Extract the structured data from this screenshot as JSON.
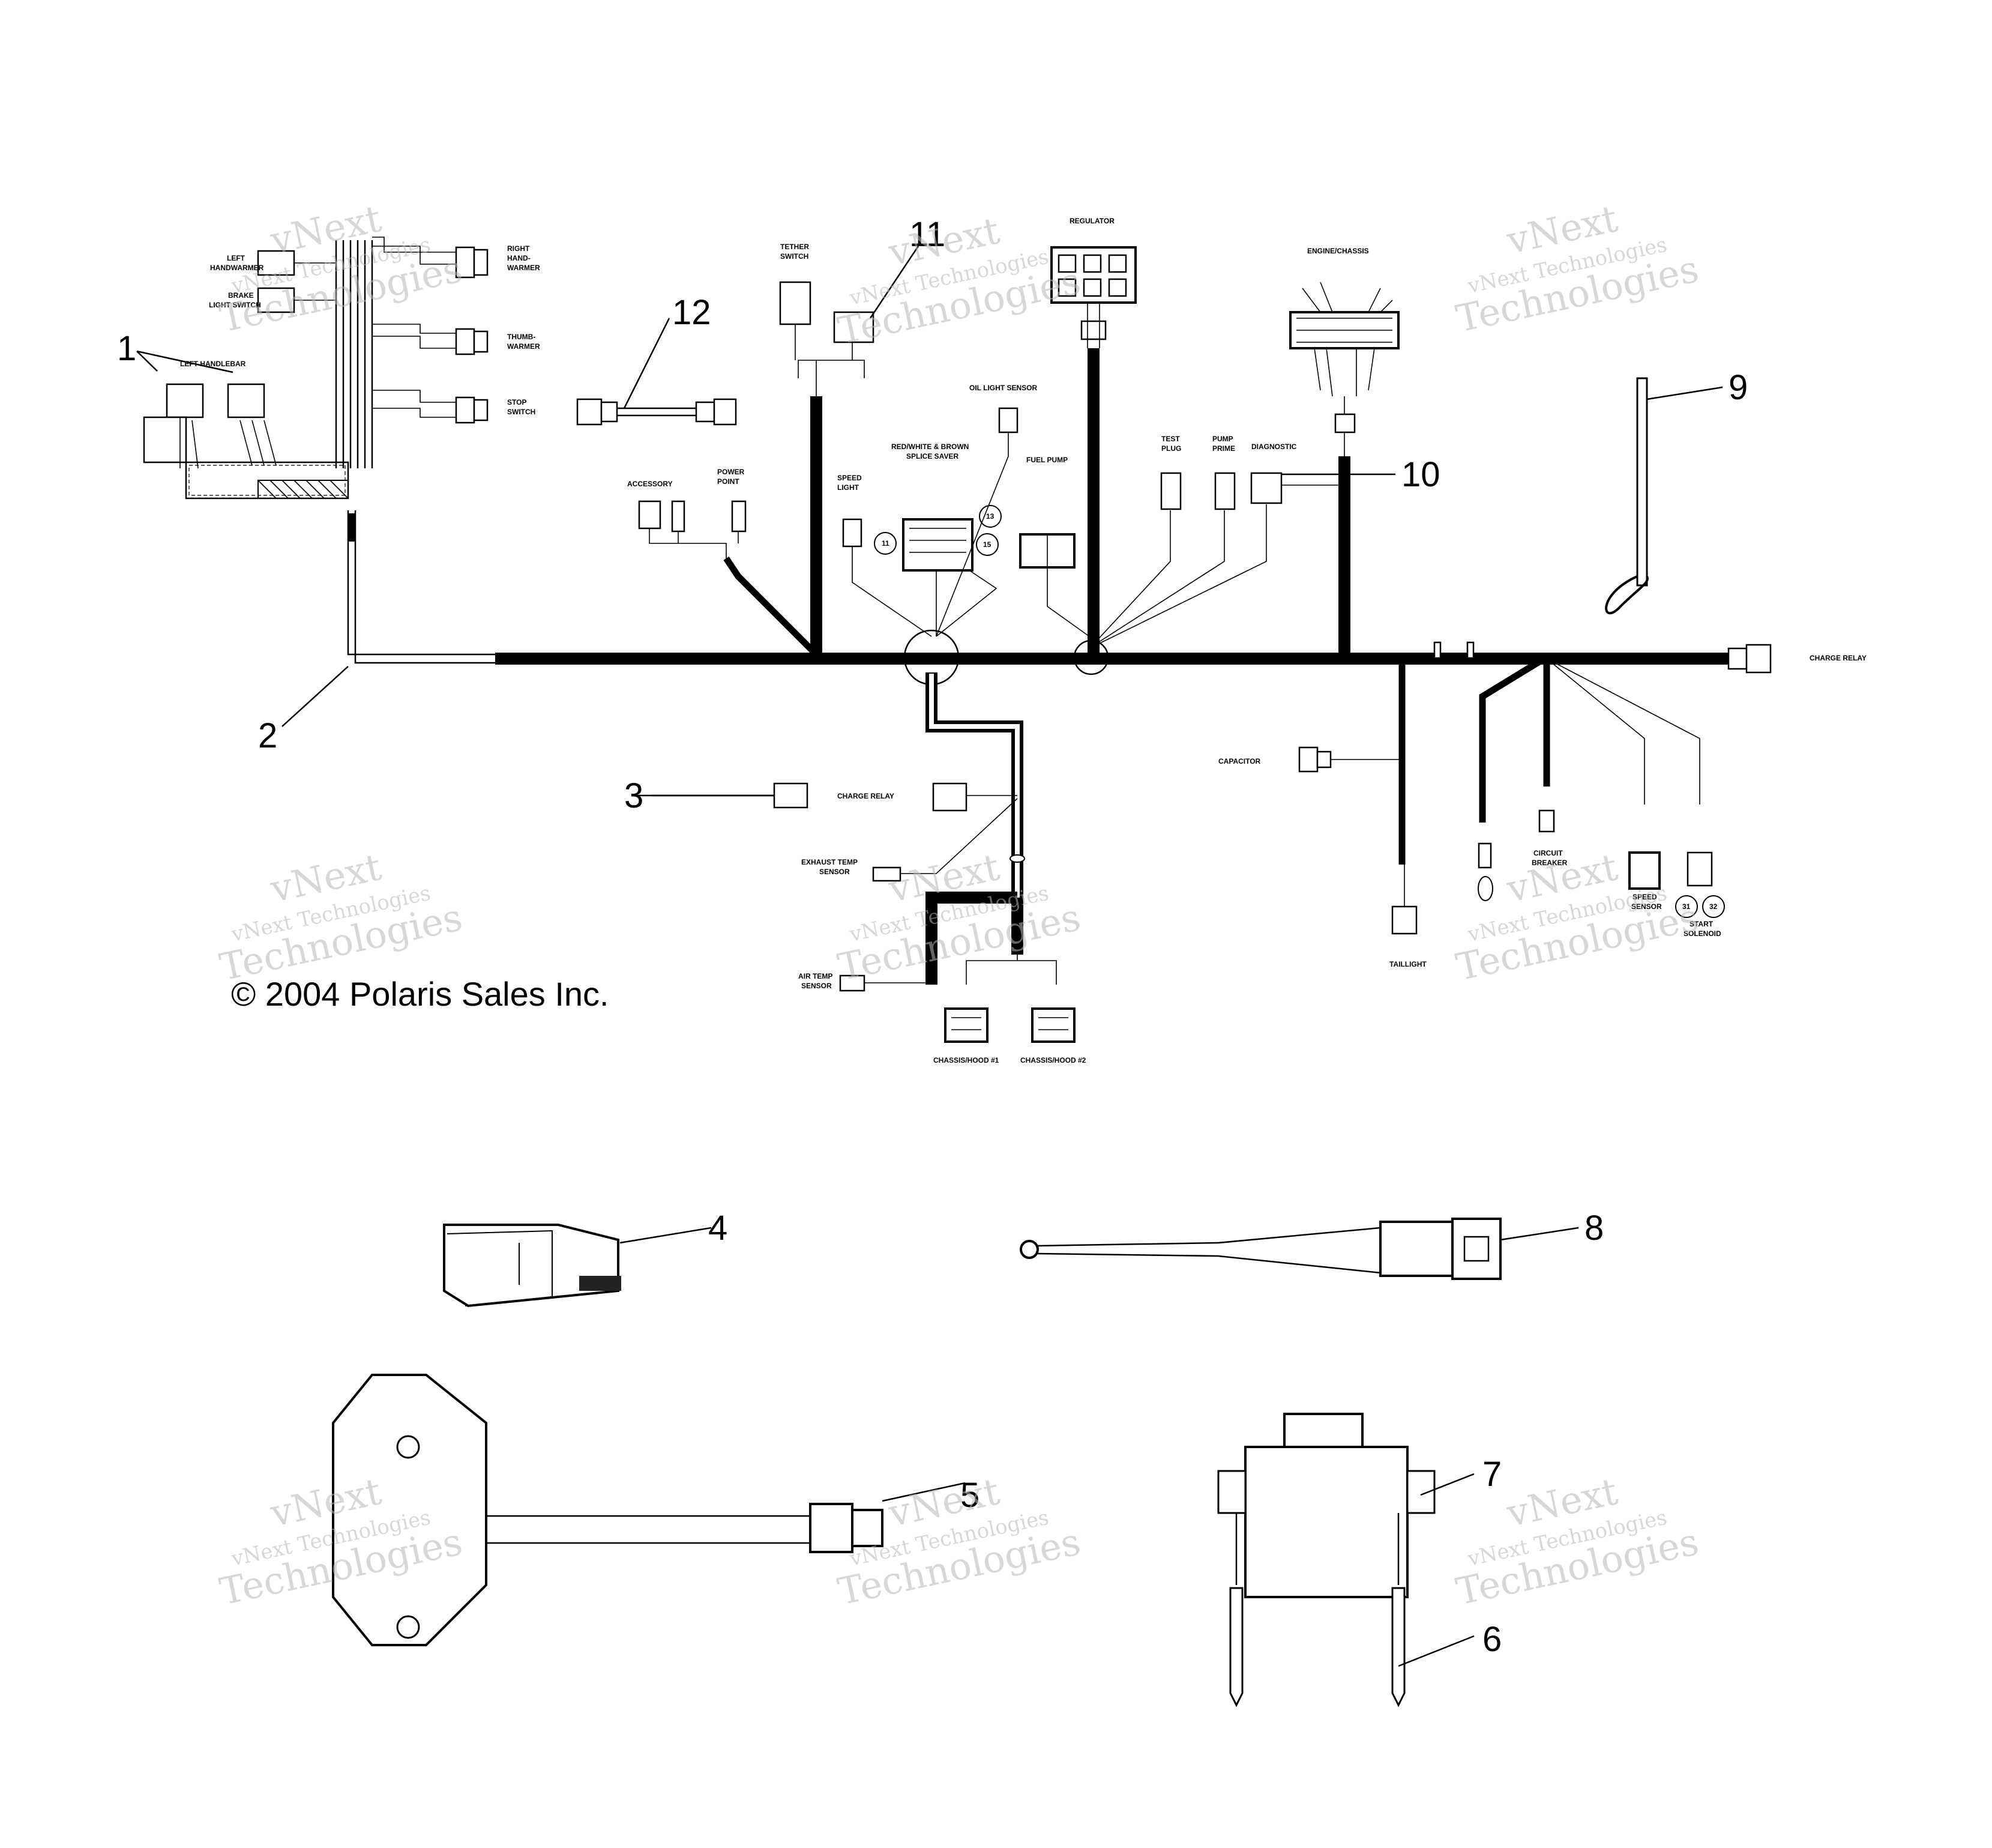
{
  "callouts": [
    "1",
    "2",
    "3",
    "4",
    "5",
    "6",
    "7",
    "8",
    "9",
    "10",
    "11",
    "12"
  ],
  "copyright": "© 2004 Polaris Sales Inc.",
  "watermark": {
    "line1": "vNext",
    "line2": "vNext Technologies",
    "line3": "Technologies"
  },
  "labels": {
    "left_handlebar_top": "LEFT",
    "left_handlebar_top2": "HANDWARMER",
    "brake_light_switch": "BRAKE",
    "brake_light_switch2": "LIGHT SWITCH",
    "left_handlebar": "LEFT HANDLEBAR",
    "right_handwarmer": "RIGHT",
    "right_handwarmer2": "HAND-",
    "right_handwarmer3": "WARMER",
    "thumb_warmer": "THUMB-",
    "thumb_warmer2": "WARMER",
    "stop_switch": "STOP",
    "stop_switch2": "SWITCH",
    "tether_switch": "TETHER",
    "tether_switch2": "SWITCH",
    "regulator": "REGULATOR",
    "engine_chassis": "ENGINE/CHASSIS",
    "oil_light_sensor": "OIL LIGHT SENSOR",
    "accessory": "ACCESSORY",
    "power_point": "POWER",
    "power_point2": "POINT",
    "speed_light": "SPEED",
    "speed_light2": "LIGHT",
    "splice_saver": "RED/WHITE & BROWN",
    "splice_saver2": "SPLICE SAVER",
    "fuel_pump": "FUEL PUMP",
    "test_plug": "TEST",
    "test_plug2": "PLUG",
    "pump_prime": "PUMP",
    "pump_prime2": "PRIME",
    "diagnostic": "DIAGNOSTIC",
    "charge_relay_right": "CHARGE RELAY",
    "capacitor": "CAPACITOR",
    "charge_relay_mid": "CHARGE RELAY",
    "exhaust_temp": "EXHAUST TEMP",
    "exhaust_temp2": "SENSOR",
    "air_temp": "AIR TEMP",
    "air_temp2": "SENSOR",
    "taillight": "TAILLIGHT",
    "circuit_breaker": "CIRCUIT",
    "circuit_breaker2": "BREAKER",
    "speed_sensor": "SPEED",
    "speed_sensor2": "SENSOR",
    "start_solenoid": "START",
    "start_solenoid2": "SOLENOID",
    "chassis_hood_1": "CHASSIS/HOOD #1",
    "chassis_hood_2": "CHASSIS/HOOD #2",
    "splice_11": "11",
    "splice_13": "13",
    "splice_15": "15",
    "sol_31": "31",
    "sol_32": "32"
  }
}
